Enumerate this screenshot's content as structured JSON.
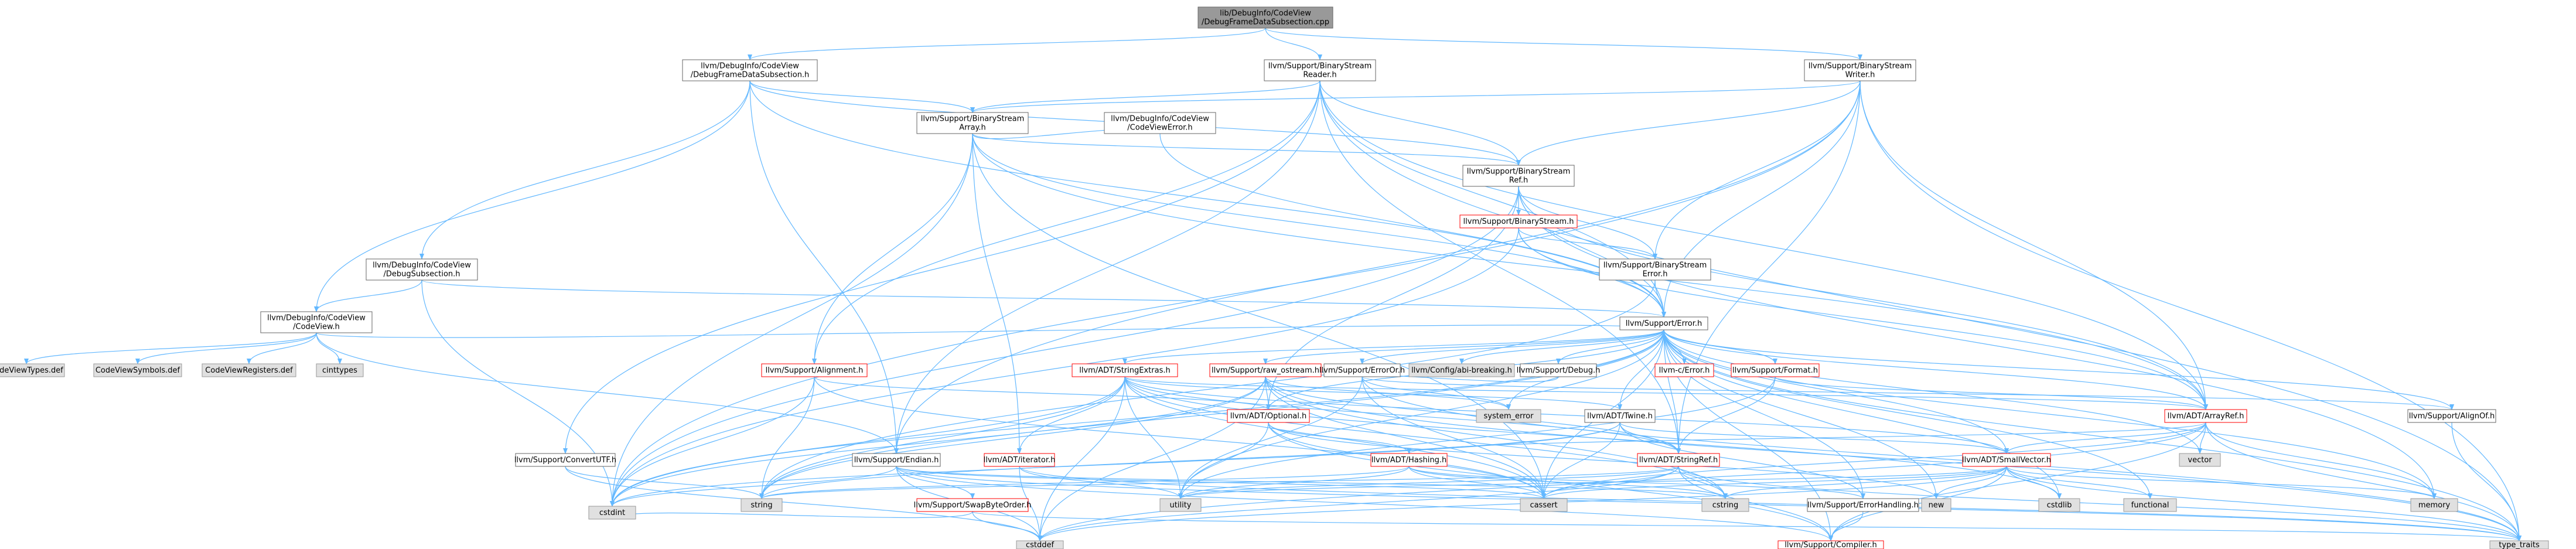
{
  "title": "lib/DebugInfo/CodeView/DebugFrameDataSubsection.cpp",
  "colors": {
    "root_fill": "#999999",
    "node_fill": "#ffffff",
    "node_stroke": "#666666",
    "red_stroke": "#ff0000",
    "ext_fill": "#e0e0e0",
    "ext_stroke": "#999999",
    "edge": "#63b8ff",
    "text": "#000000",
    "red_text": "#000000"
  },
  "nodes": [
    {
      "id": "root",
      "lines": [
        "lib/DebugInfo/CodeView",
        "/DebugFrameDataSubsection.cpp"
      ],
      "kind": "root"
    },
    {
      "id": "dfds_h",
      "lines": [
        "llvm/DebugInfo/CodeView",
        "/DebugFrameDataSubsection.h"
      ],
      "kind": "normal"
    },
    {
      "id": "bsr_h",
      "lines": [
        "llvm/Support/BinaryStream",
        "Reader.h"
      ],
      "kind": "normal"
    },
    {
      "id": "bsw_h",
      "lines": [
        "llvm/Support/BinaryStream",
        "Writer.h"
      ],
      "kind": "normal"
    },
    {
      "id": "bsa_h",
      "lines": [
        "llvm/Support/BinaryStream",
        "Array.h"
      ],
      "kind": "normal"
    },
    {
      "id": "cverr_h",
      "lines": [
        "llvm/DebugInfo/CodeView",
        "/CodeViewError.h"
      ],
      "kind": "normal"
    },
    {
      "id": "bsref_h",
      "lines": [
        "llvm/Support/BinaryStream",
        "Ref.h"
      ],
      "kind": "normal"
    },
    {
      "id": "bs_h",
      "lines": [
        "llvm/Support/BinaryStream.h"
      ],
      "kind": "red"
    },
    {
      "id": "dss_h",
      "lines": [
        "llvm/DebugInfo/CodeView",
        "/DebugSubsection.h"
      ],
      "kind": "normal"
    },
    {
      "id": "bserr_h",
      "lines": [
        "llvm/Support/BinaryStream",
        "Error.h"
      ],
      "kind": "normal"
    },
    {
      "id": "cv_h",
      "lines": [
        "llvm/DebugInfo/CodeView",
        "/CodeView.h"
      ],
      "kind": "normal"
    },
    {
      "id": "err_h",
      "lines": [
        "llvm/Support/Error.h"
      ],
      "kind": "normal"
    },
    {
      "id": "cvtypes_def",
      "lines": [
        "CodeViewTypes.def"
      ],
      "kind": "ext"
    },
    {
      "id": "cvsym_def",
      "lines": [
        "CodeViewSymbols.def"
      ],
      "kind": "ext"
    },
    {
      "id": "cvreg_def",
      "lines": [
        "CodeViewRegisters.def"
      ],
      "kind": "ext"
    },
    {
      "id": "cinttypes",
      "lines": [
        "cinttypes"
      ],
      "kind": "ext"
    },
    {
      "id": "align_h",
      "lines": [
        "llvm/Support/Alignment.h"
      ],
      "kind": "red"
    },
    {
      "id": "strext_h",
      "lines": [
        "llvm/ADT/StringExtras.h"
      ],
      "kind": "red"
    },
    {
      "id": "rawos_h",
      "lines": [
        "llvm/Support/raw_ostream.h"
      ],
      "kind": "red"
    },
    {
      "id": "erroror_h",
      "lines": [
        "llvm/Support/ErrorOr.h"
      ],
      "kind": "normal"
    },
    {
      "id": "absb_h",
      "lines": [
        "llvm/Config/abi-breaking.h"
      ],
      "kind": "ext"
    },
    {
      "id": "debug_h",
      "lines": [
        "llvm/Support/Debug.h"
      ],
      "kind": "normal"
    },
    {
      "id": "cerror_h",
      "lines": [
        "llvm-c/Error.h"
      ],
      "kind": "red"
    },
    {
      "id": "format_h",
      "lines": [
        "llvm/Support/Format.h"
      ],
      "kind": "red"
    },
    {
      "id": "arrayref_h",
      "lines": [
        "llvm/ADT/ArrayRef.h"
      ],
      "kind": "red"
    },
    {
      "id": "alignof_h",
      "lines": [
        "llvm/Support/AlignOf.h"
      ],
      "kind": "normal"
    },
    {
      "id": "syserr",
      "lines": [
        "system_error"
      ],
      "kind": "ext"
    },
    {
      "id": "optional_h",
      "lines": [
        "llvm/ADT/Optional.h"
      ],
      "kind": "red"
    },
    {
      "id": "twine_h",
      "lines": [
        "llvm/ADT/Twine.h"
      ],
      "kind": "normal"
    },
    {
      "id": "convutf_h",
      "lines": [
        "llvm/Support/ConvertUTF.h"
      ],
      "kind": "normal"
    },
    {
      "id": "endian_h",
      "lines": [
        "llvm/Support/Endian.h"
      ],
      "kind": "normal"
    },
    {
      "id": "iterator_h",
      "lines": [
        "llvm/ADT/iterator.h"
      ],
      "kind": "red"
    },
    {
      "id": "hashing_h",
      "lines": [
        "llvm/ADT/Hashing.h"
      ],
      "kind": "red"
    },
    {
      "id": "stringref_h",
      "lines": [
        "llvm/ADT/StringRef.h"
      ],
      "kind": "red"
    },
    {
      "id": "smallvec_h",
      "lines": [
        "llvm/ADT/SmallVector.h"
      ],
      "kind": "red"
    },
    {
      "id": "vector",
      "lines": [
        "vector"
      ],
      "kind": "ext"
    },
    {
      "id": "cstdint",
      "lines": [
        "cstdint"
      ],
      "kind": "ext"
    },
    {
      "id": "string",
      "lines": [
        "string"
      ],
      "kind": "ext"
    },
    {
      "id": "bswap_h",
      "lines": [
        "llvm/Support/SwapByteOrder.h"
      ],
      "kind": "red"
    },
    {
      "id": "utility",
      "lines": [
        "utility"
      ],
      "kind": "ext"
    },
    {
      "id": "cassert",
      "lines": [
        "cassert"
      ],
      "kind": "ext"
    },
    {
      "id": "cstring",
      "lines": [
        "cstring"
      ],
      "kind": "ext"
    },
    {
      "id": "errh_h",
      "lines": [
        "llvm/Support/ErrorHandling.h"
      ],
      "kind": "normal"
    },
    {
      "id": "new",
      "lines": [
        "new"
      ],
      "kind": "ext"
    },
    {
      "id": "cstdlib",
      "lines": [
        "cstdlib"
      ],
      "kind": "ext"
    },
    {
      "id": "functional",
      "lines": [
        "functional"
      ],
      "kind": "ext"
    },
    {
      "id": "memory",
      "lines": [
        "memory"
      ],
      "kind": "ext"
    },
    {
      "id": "cstddef",
      "lines": [
        "cstddef"
      ],
      "kind": "ext"
    },
    {
      "id": "compiler_h",
      "lines": [
        "llvm/Support/Compiler.h"
      ],
      "kind": "red"
    },
    {
      "id": "type_traits",
      "lines": [
        "type_traits"
      ],
      "kind": "ext"
    }
  ],
  "edges": [
    [
      "root",
      "dfds_h"
    ],
    [
      "root",
      "bsr_h"
    ],
    [
      "root",
      "bsw_h"
    ],
    [
      "dfds_h",
      "bsa_h"
    ],
    [
      "dfds_h",
      "bsref_h"
    ],
    [
      "dfds_h",
      "dss_h"
    ],
    [
      "dfds_h",
      "cv_h"
    ],
    [
      "dfds_h",
      "endian_h"
    ],
    [
      "dfds_h",
      "err_h"
    ],
    [
      "bsr_h",
      "bsa_h"
    ],
    [
      "bsr_h",
      "bsref_h"
    ],
    [
      "bsr_h",
      "convutf_h"
    ],
    [
      "bsr_h",
      "endian_h"
    ],
    [
      "bsr_h",
      "err_h"
    ],
    [
      "bsr_h",
      "arrayref_h"
    ],
    [
      "bsr_h",
      "stringref_h"
    ],
    [
      "bsr_h",
      "align_h"
    ],
    [
      "bsr_h",
      "type_traits"
    ],
    [
      "bsw_h",
      "bsa_h"
    ],
    [
      "bsw_h",
      "bsref_h"
    ],
    [
      "bsw_h",
      "bserr_h"
    ],
    [
      "bsw_h",
      "endian_h"
    ],
    [
      "bsw_h",
      "err_h"
    ],
    [
      "bsw_h",
      "arrayref_h"
    ],
    [
      "bsw_h",
      "stringref_h"
    ],
    [
      "bsw_h",
      "cstdint"
    ],
    [
      "bsw_h",
      "type_traits"
    ],
    [
      "bsa_h",
      "bsref_h"
    ],
    [
      "bsa_h",
      "err_h"
    ],
    [
      "bsa_h",
      "align_h"
    ],
    [
      "bsa_h",
      "arrayref_h"
    ],
    [
      "bsa_h",
      "iterator_h"
    ],
    [
      "bsa_h",
      "cassert"
    ],
    [
      "bsa_h",
      "cstdint"
    ],
    [
      "bsa_h",
      "cverr_h"
    ],
    [
      "cverr_h",
      "err_h"
    ],
    [
      "bsref_h",
      "bs_h"
    ],
    [
      "bsref_h",
      "bserr_h"
    ],
    [
      "bsref_h",
      "err_h"
    ],
    [
      "bsref_h",
      "arrayref_h"
    ],
    [
      "bsref_h",
      "optional_h"
    ],
    [
      "bsref_h",
      "cstdint"
    ],
    [
      "bsref_h",
      "memory"
    ],
    [
      "bs_h",
      "bserr_h"
    ],
    [
      "bs_h",
      "err_h"
    ],
    [
      "bs_h",
      "arrayref_h"
    ],
    [
      "bs_h",
      "cstdint"
    ],
    [
      "dss_h",
      "cv_h"
    ],
    [
      "dss_h",
      "err_h"
    ],
    [
      "dss_h",
      "cstdint"
    ],
    [
      "bserr_h",
      "err_h"
    ],
    [
      "bserr_h",
      "string"
    ],
    [
      "cv_h",
      "cvtypes_def"
    ],
    [
      "cv_h",
      "cvsym_def"
    ],
    [
      "cv_h",
      "cvreg_def"
    ],
    [
      "cv_h",
      "cinttypes"
    ],
    [
      "cv_h",
      "endian_h"
    ],
    [
      "cv_h",
      "err_h"
    ],
    [
      "err_h",
      "strext_h"
    ],
    [
      "err_h",
      "rawos_h"
    ],
    [
      "err_h",
      "erroror_h"
    ],
    [
      "err_h",
      "absb_h"
    ],
    [
      "err_h",
      "debug_h"
    ],
    [
      "err_h",
      "cerror_h"
    ],
    [
      "err_h",
      "format_h"
    ],
    [
      "err_h",
      "arrayref_h"
    ],
    [
      "err_h",
      "alignof_h"
    ],
    [
      "err_h",
      "twine_h"
    ],
    [
      "err_h",
      "smallvec_h"
    ],
    [
      "err_h",
      "stringref_h"
    ],
    [
      "err_h",
      "compiler_h"
    ],
    [
      "err_h",
      "errh_h"
    ],
    [
      "err_h",
      "cassert"
    ],
    [
      "err_h",
      "cstdint"
    ],
    [
      "err_h",
      "cstdlib"
    ],
    [
      "err_h",
      "functional"
    ],
    [
      "err_h",
      "memory"
    ],
    [
      "err_h",
      "new"
    ],
    [
      "err_h",
      "optional_h"
    ],
    [
      "err_h",
      "string"
    ],
    [
      "err_h",
      "syserr"
    ],
    [
      "err_h",
      "type_traits"
    ],
    [
      "err_h",
      "utility"
    ],
    [
      "err_h",
      "vector"
    ],
    [
      "align_h",
      "cassert"
    ],
    [
      "align_h",
      "cstdint"
    ],
    [
      "align_h",
      "string"
    ],
    [
      "align_h",
      "optional_h"
    ],
    [
      "strext_h",
      "arrayref_h"
    ],
    [
      "strext_h",
      "smallvec_h"
    ],
    [
      "strext_h",
      "stringref_h"
    ],
    [
      "strext_h",
      "twine_h"
    ],
    [
      "strext_h",
      "cassert"
    ],
    [
      "strext_h",
      "cstddef"
    ],
    [
      "strext_h",
      "cstdint"
    ],
    [
      "strext_h",
      "cstdlib"
    ],
    [
      "strext_h",
      "cstring"
    ],
    [
      "strext_h",
      "string"
    ],
    [
      "strext_h",
      "utility"
    ],
    [
      "strext_h",
      "iterator_h"
    ],
    [
      "rawos_h",
      "stringref_h"
    ],
    [
      "rawos_h",
      "optional_h"
    ],
    [
      "rawos_h",
      "cassert"
    ],
    [
      "rawos_h",
      "cstddef"
    ],
    [
      "rawos_h",
      "cstdint"
    ],
    [
      "rawos_h",
      "cstring"
    ],
    [
      "rawos_h",
      "string"
    ],
    [
      "rawos_h",
      "syserr"
    ],
    [
      "rawos_h",
      "type_traits"
    ],
    [
      "erroror_h",
      "alignof_h"
    ],
    [
      "erroror_h",
      "cassert"
    ],
    [
      "erroror_h",
      "syserr"
    ],
    [
      "erroror_h",
      "type_traits"
    ],
    [
      "erroror_h",
      "utility"
    ],
    [
      "debug_h",
      "rawos_h"
    ],
    [
      "format_h",
      "arrayref_h"
    ],
    [
      "format_h",
      "stringref_h"
    ],
    [
      "format_h",
      "utility"
    ],
    [
      "arrayref_h",
      "hashing_h"
    ],
    [
      "arrayref_h",
      "smallvec_h"
    ],
    [
      "arrayref_h",
      "compiler_h"
    ],
    [
      "arrayref_h",
      "vector"
    ],
    [
      "arrayref_h",
      "memory"
    ],
    [
      "arrayref_h",
      "type_traits"
    ],
    [
      "arrayref_h",
      "cassert"
    ],
    [
      "arrayref_h",
      "cstddef"
    ],
    [
      "alignof_h",
      "type_traits"
    ],
    [
      "optional_h",
      "hashing_h"
    ],
    [
      "optional_h",
      "compiler_h"
    ],
    [
      "optional_h",
      "cassert"
    ],
    [
      "optional_h",
      "new"
    ],
    [
      "optional_h",
      "utility"
    ],
    [
      "twine_h",
      "smallvec_h"
    ],
    [
      "twine_h",
      "stringref_h"
    ],
    [
      "twine_h",
      "errh_h"
    ],
    [
      "twine_h",
      "cassert"
    ],
    [
      "twine_h",
      "cstdint"
    ],
    [
      "twine_h",
      "string"
    ],
    [
      "convutf_h",
      "cstddef"
    ],
    [
      "convutf_h",
      "string"
    ],
    [
      "endian_h",
      "bswap_h"
    ],
    [
      "endian_h",
      "compiler_h"
    ],
    [
      "endian_h",
      "cassert"
    ],
    [
      "endian_h",
      "cstddef"
    ],
    [
      "endian_h",
      "cstdint"
    ],
    [
      "endian_h",
      "cstring"
    ],
    [
      "endian_h",
      "type_traits"
    ],
    [
      "iterator_h",
      "cstddef"
    ],
    [
      "iterator_h",
      "type_traits"
    ],
    [
      "iterator_h",
      "utility"
    ],
    [
      "hashing_h",
      "errh_h"
    ],
    [
      "hashing_h",
      "utility"
    ],
    [
      "hashing_h",
      "cassert"
    ],
    [
      "hashing_h",
      "cstring"
    ],
    [
      "hashing_h",
      "string"
    ],
    [
      "stringref_h",
      "compiler_h"
    ],
    [
      "stringref_h",
      "cassert"
    ],
    [
      "stringref_h",
      "cstddef"
    ],
    [
      "stringref_h",
      "cstring"
    ],
    [
      "stringref_h",
      "string"
    ],
    [
      "stringref_h",
      "type_traits"
    ],
    [
      "stringref_h",
      "utility"
    ],
    [
      "smallvec_h",
      "compiler_h"
    ],
    [
      "smallvec_h",
      "type_traits"
    ],
    [
      "smallvec_h",
      "cassert"
    ],
    [
      "smallvec_h",
      "cstddef"
    ],
    [
      "smallvec_h",
      "cstdlib"
    ],
    [
      "smallvec_h",
      "cstring"
    ],
    [
      "smallvec_h",
      "functional"
    ],
    [
      "smallvec_h",
      "memory"
    ],
    [
      "smallvec_h",
      "new"
    ],
    [
      "smallvec_h",
      "utility"
    ],
    [
      "bswap_h",
      "cstddef"
    ],
    [
      "bswap_h",
      "cstdint"
    ],
    [
      "bswap_h",
      "type_traits"
    ],
    [
      "errh_h",
      "compiler_h"
    ]
  ]
}
